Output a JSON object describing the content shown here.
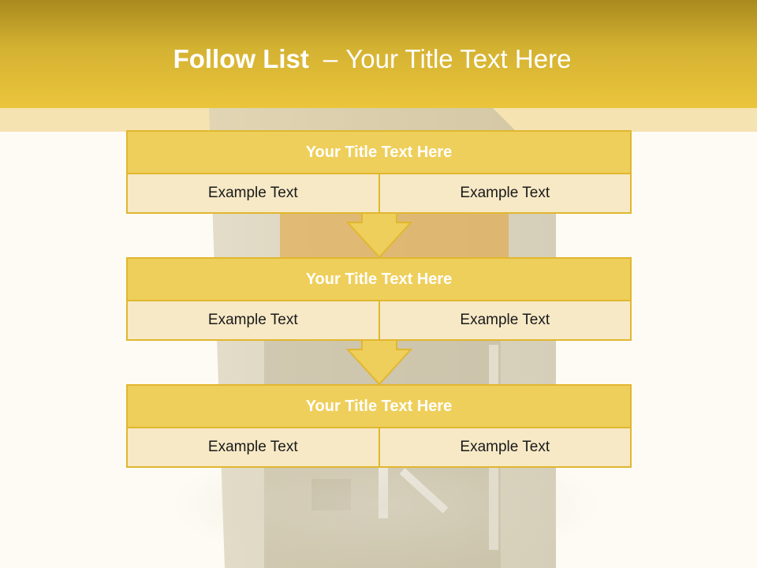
{
  "slide": {
    "title_bold": "Follow List",
    "title_dash": "–",
    "title_rest": "Your Title Text Here"
  },
  "steps": [
    {
      "title": "Your Title Text Here",
      "left": "Example Text",
      "right": "Example Text"
    },
    {
      "title": "Your Title Text Here",
      "left": "Example Text",
      "right": "Example Text"
    },
    {
      "title": "Your Title Text Here",
      "left": "Example Text",
      "right": "Example Text"
    }
  ],
  "colors": {
    "header": "#ebc53b",
    "box_title": "#efcf5b",
    "box_cell": "#f7e9c6",
    "border": "#e0b72f"
  }
}
